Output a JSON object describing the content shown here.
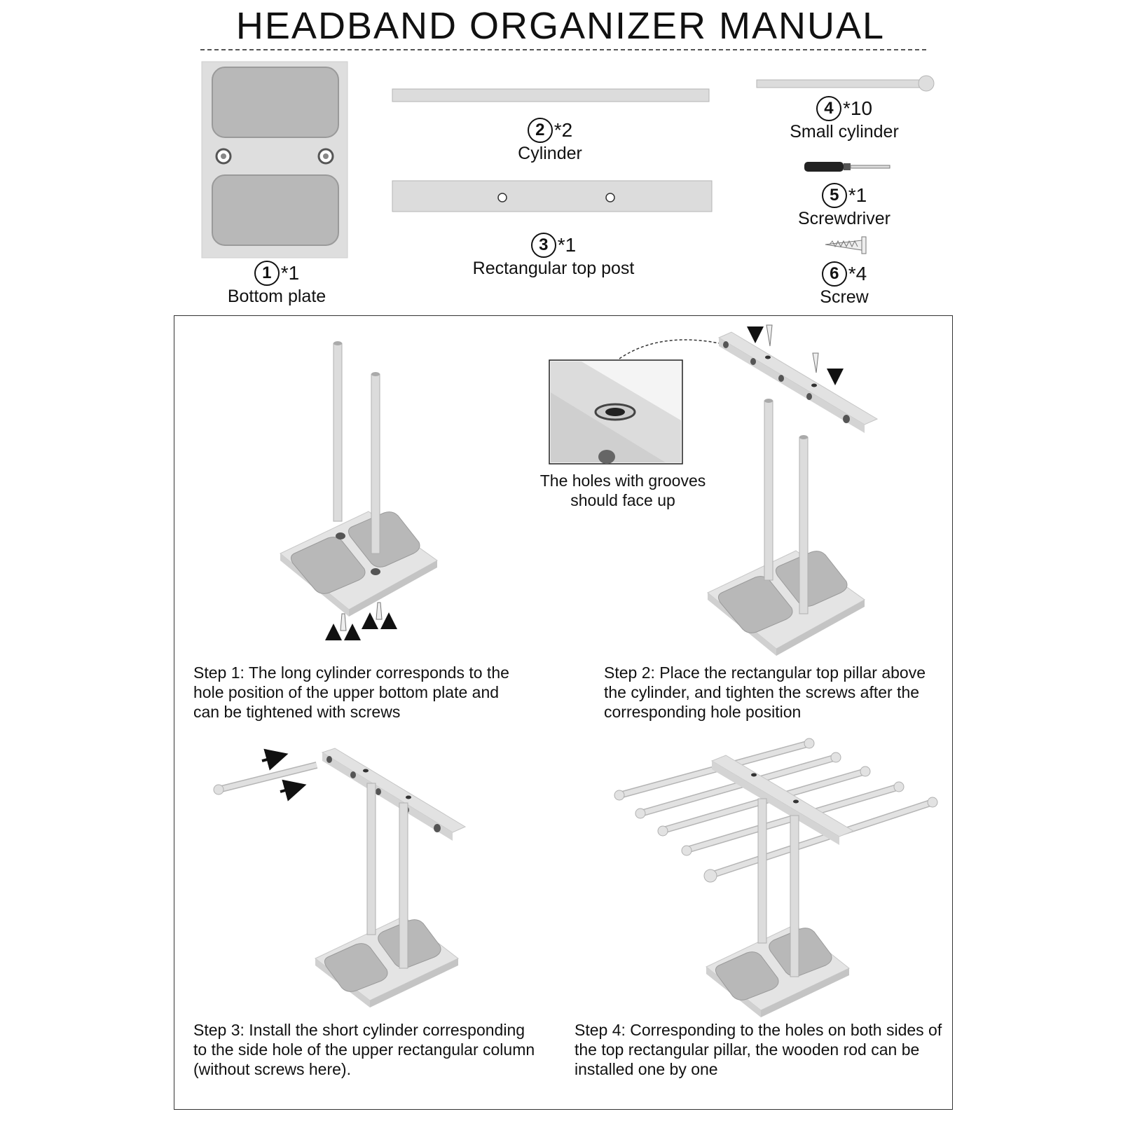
{
  "title": "HEADBAND ORGANIZER MANUAL",
  "parts": [
    {
      "number": "1",
      "qty": "*1",
      "name": "Bottom plate"
    },
    {
      "number": "2",
      "qty": "*2",
      "name": "Cylinder"
    },
    {
      "number": "3",
      "qty": "*1",
      "name": "Rectangular top post"
    },
    {
      "number": "4",
      "qty": "*10",
      "name": "Small cylinder"
    },
    {
      "number": "5",
      "qty": "*1",
      "name": "Screwdriver"
    },
    {
      "number": "6",
      "qty": "*4",
      "name": "Screw"
    }
  ],
  "callout": {
    "line1": "The holes with grooves",
    "line2": "should face up"
  },
  "steps": [
    {
      "lines": [
        "Step 1: The long cylinder corresponds to the",
        "hole position of the upper bottom plate and",
        "can be tightened with screws"
      ]
    },
    {
      "lines": [
        "Step 2: Place the rectangular top pillar above",
        "the cylinder, and tighten the screws after the",
        "corresponding hole position"
      ]
    },
    {
      "lines": [
        "Step 3:  Install the short cylinder corresponding",
        "to the side hole of the upper rectangular column",
        "(without screws here)."
      ]
    },
    {
      "lines": [
        "Step 4: Corresponding to the holes on both sides of",
        "the top rectangular pillar, the wooden rod can be",
        "installed one by one"
      ]
    }
  ],
  "colors": {
    "part_fill": "#d9d9d9",
    "pad_fill": "#b8b8b8",
    "outline": "#555555"
  }
}
